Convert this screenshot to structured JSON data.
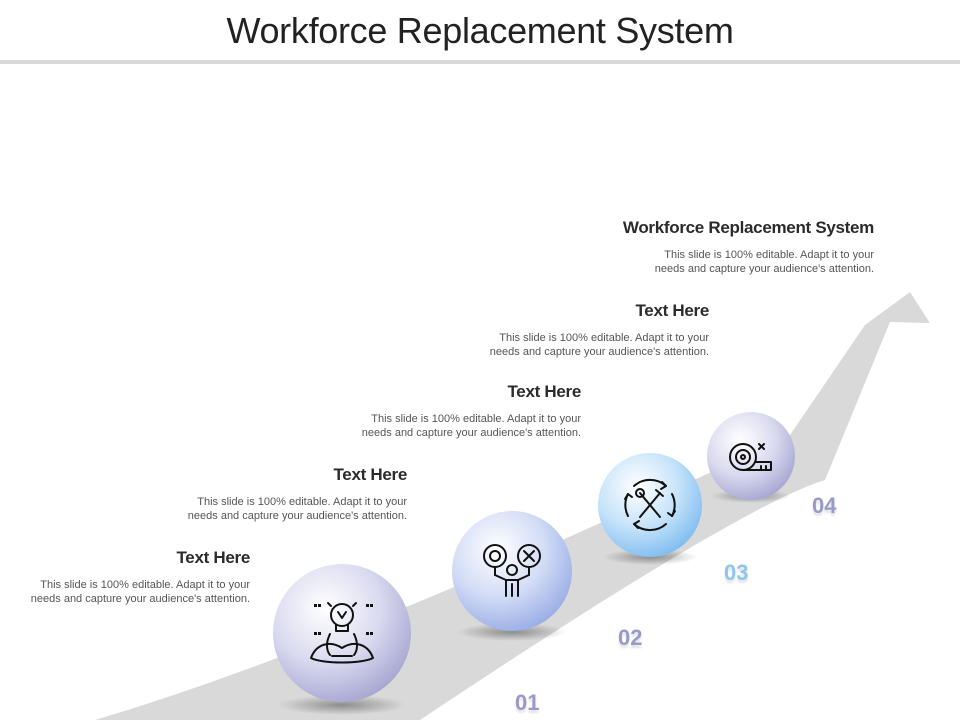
{
  "title": "Workforce Replacement System",
  "callouts": [
    {
      "heading": "Text Here",
      "line1": "This slide is 100% editable. Adapt it to your",
      "line2": "needs and capture your audience's attention."
    },
    {
      "heading": "Text Here",
      "line1": "This slide is 100% editable. Adapt it to your",
      "line2": "needs and capture your audience's attention."
    },
    {
      "heading": "Text Here",
      "line1": "This slide is 100% editable. Adapt it to your",
      "line2": "needs and capture your audience's attention."
    },
    {
      "heading": "Text Here",
      "line1": "This slide is 100% editable. Adapt it to your",
      "line2": "needs and capture your audience's attention."
    },
    {
      "heading": "Workforce Replacement System",
      "line1": "This slide is 100% editable. Adapt it to your",
      "line2": "needs and capture your audience's attention."
    }
  ],
  "steps": [
    {
      "number": "01",
      "icon": "meditation-lightbulb-icon",
      "color": "#b4b4dc"
    },
    {
      "number": "02",
      "icon": "person-choice-icon",
      "color": "#a8b8e8"
    },
    {
      "number": "03",
      "icon": "tools-cycle-icon",
      "color": "#8ec8f2"
    },
    {
      "number": "04",
      "icon": "measuring-tape-icon",
      "color": "#b4b4dc"
    }
  ],
  "colors": {
    "arrow": "#d9d9d9",
    "number_purple": "#9a9ac8",
    "number_blue": "#8fc6ee"
  }
}
